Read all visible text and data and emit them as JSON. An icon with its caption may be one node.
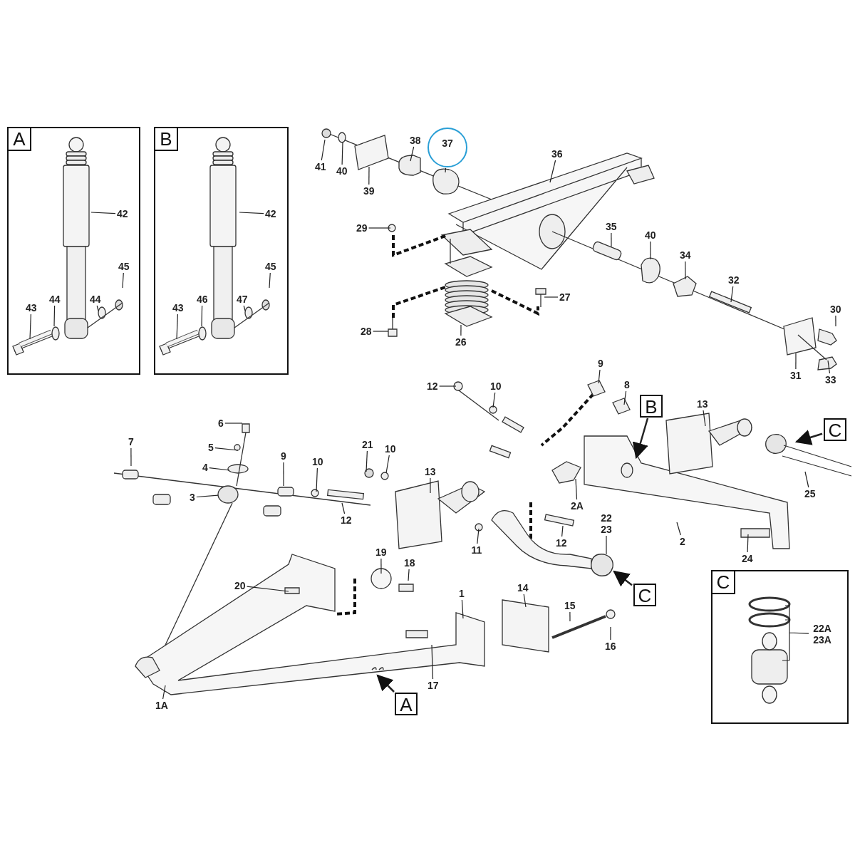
{
  "diagram": {
    "nodes": [
      {
        "text": [
          "A"
        ]
      },
      {
        "text": [
          "42"
        ],
        "in": 0
      },
      {
        "text": [
          "44"
        ],
        "in": 0
      },
      {
        "text": [
          "45"
        ],
        "in": 0
      },
      {
        "text": [
          "43"
        ],
        "in": 0
      },
      {
        "text": [
          "44"
        ],
        "in": 0
      },
      {
        "text": [
          "B"
        ]
      },
      {
        "text": [
          "42"
        ],
        "in": 6
      },
      {
        "text": [
          "47"
        ],
        "in": 6
      },
      {
        "text": [
          "45"
        ],
        "in": 6
      },
      {
        "text": [
          "43"
        ],
        "in": 6
      },
      {
        "text": [
          "46"
        ],
        "in": 6
      },
      {
        "text": [
          "C"
        ]
      },
      {
        "text": [
          "22A 23A"
        ],
        "in": 12
      },
      {
        "text": [
          "41"
        ]
      },
      {
        "text": [
          "40"
        ]
      },
      {
        "text": [
          "39"
        ]
      },
      {
        "text": [
          "38"
        ]
      },
      {
        "text": [
          "37"
        ]
      },
      {
        "text": [
          "36"
        ]
      },
      {
        "text": [
          "29"
        ]
      },
      {
        "text": [
          "35"
        ]
      },
      {
        "text": [
          "40"
        ]
      },
      {
        "text": [
          "34"
        ]
      },
      {
        "text": [
          "32"
        ]
      },
      {
        "text": [
          "30"
        ]
      },
      {
        "text": [
          "27"
        ]
      },
      {
        "text": [
          "28"
        ]
      },
      {
        "text": [
          "26"
        ]
      },
      {
        "text": [
          "31"
        ]
      },
      {
        "text": [
          "33"
        ]
      },
      {
        "text": [
          "12"
        ]
      },
      {
        "text": [
          "10"
        ]
      },
      {
        "text": [
          "9"
        ]
      },
      {
        "text": [
          "8"
        ]
      },
      {
        "text": [
          "B"
        ]
      },
      {
        "text": [
          "13"
        ]
      },
      {
        "text": [
          "C"
        ]
      },
      {
        "text": [
          "6"
        ]
      },
      {
        "text": [
          "5"
        ]
      },
      {
        "text": [
          "7"
        ]
      },
      {
        "text": [
          "4"
        ]
      },
      {
        "text": [
          "9"
        ]
      },
      {
        "text": [
          "10"
        ]
      },
      {
        "text": [
          "21"
        ]
      },
      {
        "text": [
          "10"
        ]
      },
      {
        "text": [
          "13"
        ]
      },
      {
        "text": [
          "3"
        ]
      },
      {
        "text": [
          "12"
        ]
      },
      {
        "text": [
          "2A"
        ]
      },
      {
        "text": [
          "22 23"
        ]
      },
      {
        "text": [
          "2"
        ]
      },
      {
        "text": [
          "25"
        ]
      },
      {
        "text": [
          "11"
        ]
      },
      {
        "text": [
          "12"
        ]
      },
      {
        "text": [
          "19"
        ]
      },
      {
        "text": [
          "18"
        ]
      },
      {
        "text": [
          "20"
        ]
      },
      {
        "text": [
          "1"
        ]
      },
      {
        "text": [
          "14"
        ]
      },
      {
        "text": [
          "15"
        ]
      },
      {
        "text": [
          "16"
        ]
      },
      {
        "text": [
          "C"
        ]
      },
      {
        "text": [
          "24"
        ]
      },
      {
        "text": [
          "17"
        ]
      },
      {
        "text": [
          "A"
        ]
      },
      {
        "text": [
          "1A"
        ]
      },
      {
        "text": [],
        "shape": "circle"
      }
    ],
    "edges": [
      {
        "from": 1,
        "to": null,
        "arrow": "none"
      },
      {
        "from": 2,
        "to": null,
        "arrow": "none"
      },
      {
        "from": 3,
        "to": null,
        "arrow": "none"
      },
      {
        "from": 4,
        "to": null,
        "arrow": "none"
      },
      {
        "from": 5,
        "to": null,
        "arrow": "none"
      },
      {
        "from": 7,
        "to": null,
        "arrow": "none"
      },
      {
        "from": 8,
        "to": null,
        "arrow": "none"
      },
      {
        "from": 9,
        "to": null,
        "arrow": "none"
      },
      {
        "from": 10,
        "to": null,
        "arrow": "none"
      },
      {
        "from": 11,
        "to": null,
        "arrow": "none"
      },
      {
        "from": 13,
        "to": null,
        "arrow": "none"
      },
      {
        "from": 14,
        "to": null,
        "arrow": "none"
      },
      {
        "from": 15,
        "to": null,
        "arrow": "none"
      },
      {
        "from": 16,
        "to": null,
        "arrow": "none"
      },
      {
        "from": 17,
        "to": null,
        "arrow": "none"
      },
      {
        "from": 18,
        "to": null,
        "arrow": "none"
      },
      {
        "from": 19,
        "to": null,
        "arrow": "none"
      },
      {
        "from": 20,
        "to": null,
        "arrow": "none"
      },
      {
        "from": 21,
        "to": null,
        "arrow": "none"
      },
      {
        "from": 22,
        "to": null,
        "arrow": "none"
      },
      {
        "from": 23,
        "to": null,
        "arrow": "none"
      },
      {
        "from": 24,
        "to": null,
        "arrow": "none"
      },
      {
        "from": 25,
        "to": null,
        "arrow": "none"
      },
      {
        "from": 26,
        "to": null,
        "arrow": "none"
      },
      {
        "from": 27,
        "to": null,
        "arrow": "none"
      },
      {
        "from": 28,
        "to": null,
        "arrow": "none"
      },
      {
        "from": 29,
        "to": null,
        "arrow": "none"
      },
      {
        "from": 30,
        "to": null,
        "arrow": "none"
      },
      {
        "from": 31,
        "to": null,
        "arrow": "none"
      },
      {
        "from": 32,
        "to": null,
        "arrow": "none"
      },
      {
        "from": 33,
        "to": null,
        "arrow": "none"
      },
      {
        "from": 34,
        "to": null,
        "arrow": "none"
      },
      {
        "from": 35,
        "to": null,
        "arrow": "to"
      },
      {
        "from": 36,
        "to": null,
        "arrow": "none"
      },
      {
        "from": 37,
        "to": null,
        "arrow": "to"
      },
      {
        "from": 38,
        "to": null,
        "arrow": "none"
      },
      {
        "from": 39,
        "to": null,
        "arrow": "none"
      },
      {
        "from": 40,
        "to": null,
        "arrow": "none"
      },
      {
        "from": 41,
        "to": null,
        "arrow": "none"
      },
      {
        "from": 42,
        "to": null,
        "arrow": "none"
      },
      {
        "from": 43,
        "to": null,
        "arrow": "none"
      },
      {
        "from": 44,
        "to": null,
        "arrow": "none"
      },
      {
        "from": 45,
        "to": null,
        "arrow": "none"
      },
      {
        "from": 46,
        "to": null,
        "arrow": "none"
      },
      {
        "from": 47,
        "to": 67,
        "arrow": "none"
      },
      {
        "from": 48,
        "to": null,
        "arrow": "none"
      },
      {
        "from": 49,
        "to": null,
        "arrow": "none"
      },
      {
        "from": 50,
        "to": null,
        "arrow": "none"
      },
      {
        "from": 51,
        "to": null,
        "arrow": "none"
      },
      {
        "from": 52,
        "to": null,
        "arrow": "none"
      },
      {
        "from": 53,
        "to": null,
        "arrow": "none"
      },
      {
        "from": 54,
        "to": null,
        "arrow": "none"
      },
      {
        "from": 55,
        "to": null,
        "arrow": "none"
      },
      {
        "from": 56,
        "to": null,
        "arrow": "none"
      },
      {
        "from": 57,
        "to": null,
        "arrow": "none"
      },
      {
        "from": 58,
        "to": null,
        "arrow": "none"
      },
      {
        "from": 59,
        "to": null,
        "arrow": "none"
      },
      {
        "from": 60,
        "to": null,
        "arrow": "none"
      },
      {
        "from": 61,
        "to": null,
        "arrow": "none"
      },
      {
        "from": 62,
        "to": null,
        "arrow": "to"
      },
      {
        "from": 63,
        "to": null,
        "arrow": "none"
      },
      {
        "from": 64,
        "to": null,
        "arrow": "none"
      },
      {
        "from": 65,
        "to": null,
        "arrow": "to"
      },
      {
        "from": 66,
        "to": null,
        "arrow": "none"
      }
    ]
  }
}
